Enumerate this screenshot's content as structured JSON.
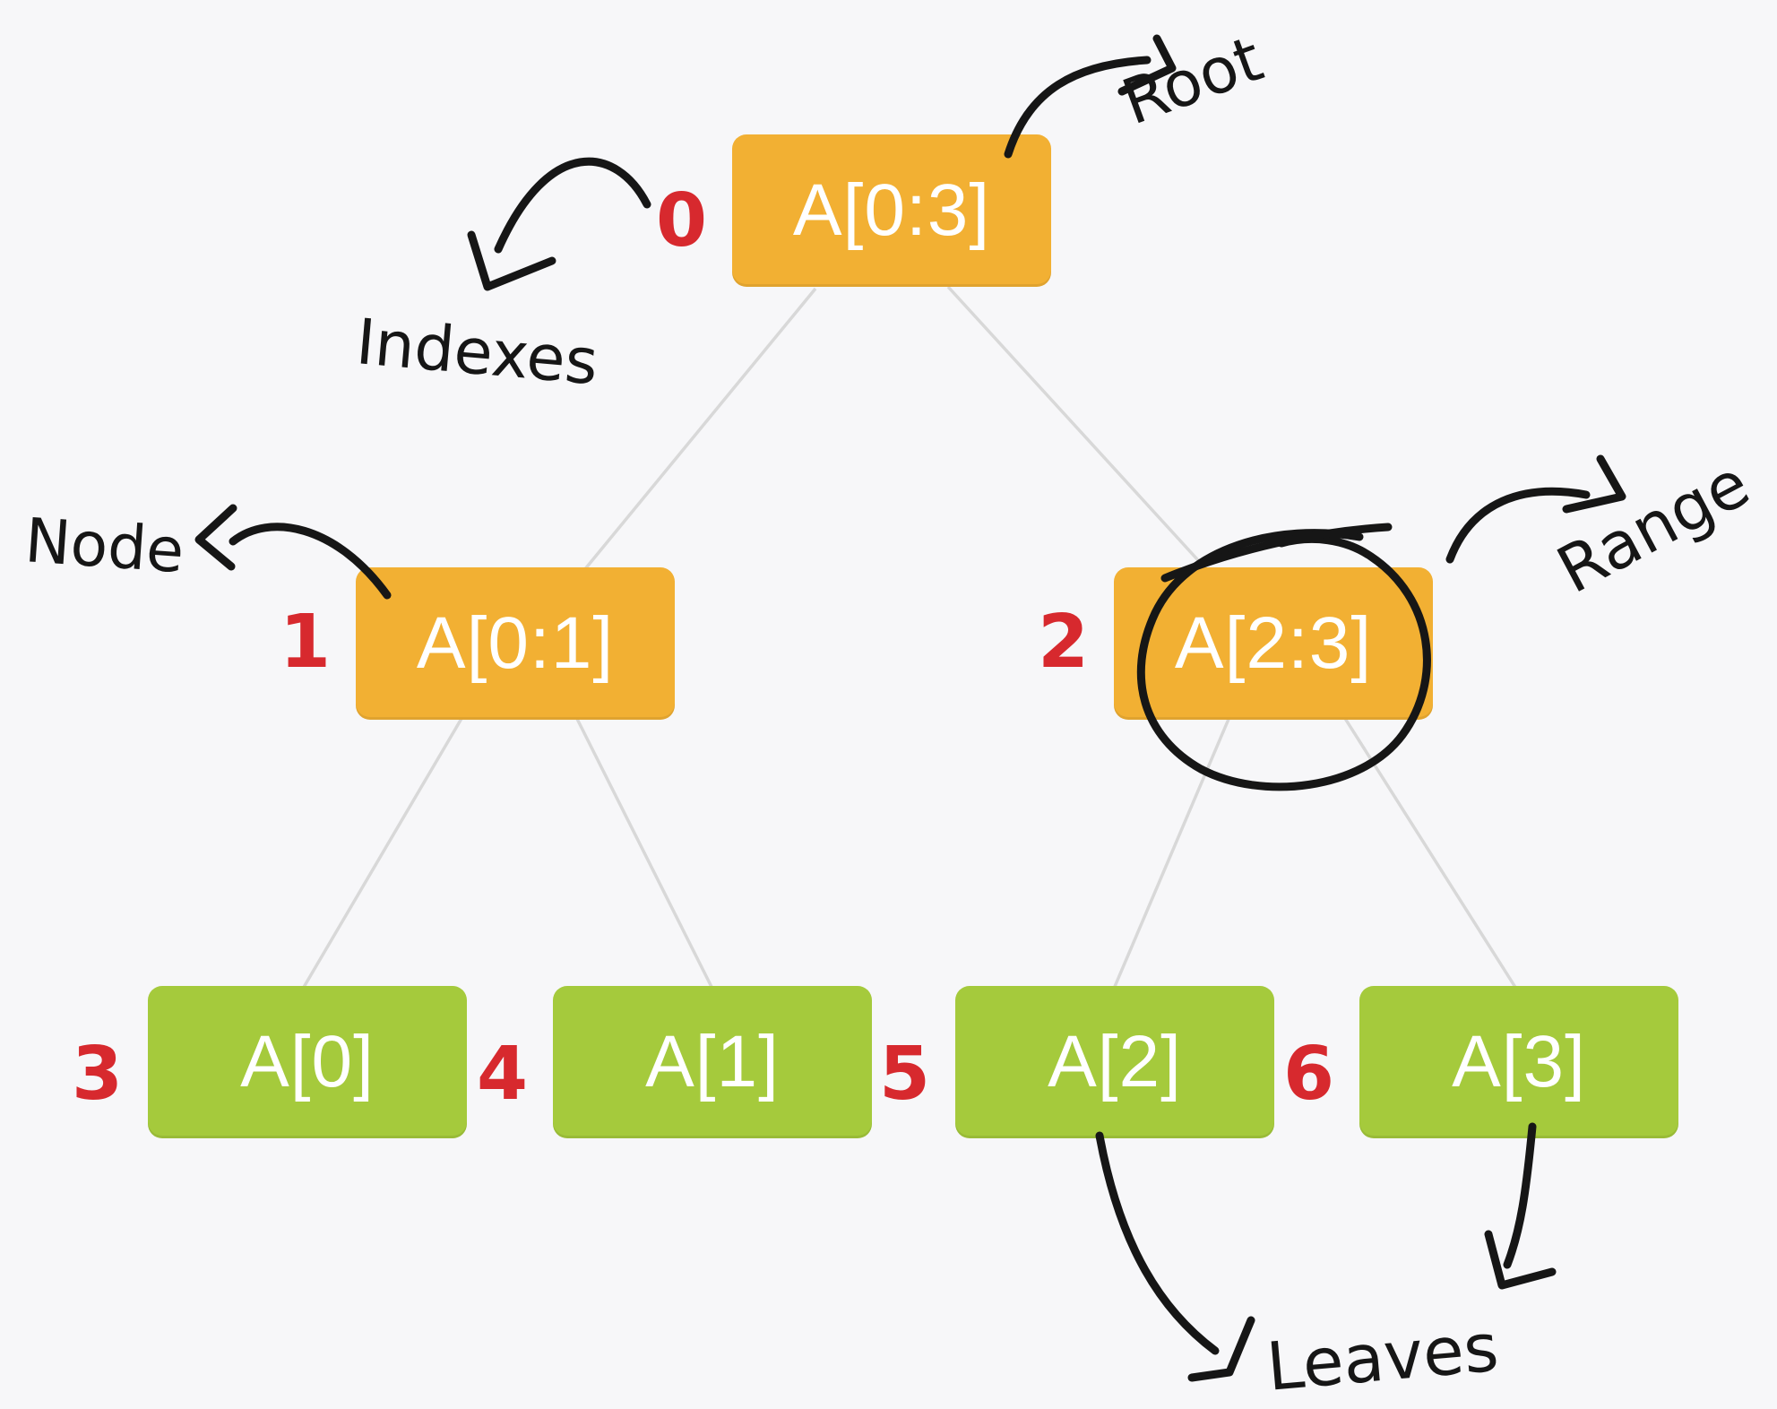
{
  "colors": {
    "background": "#F7F7F9",
    "node_internal": "#F2B033",
    "node_leaf": "#A5CA3C",
    "node_text": "#FFFFFF",
    "index_number": "#D7292E",
    "edge_line": "#D8D8D8",
    "ink": "#161616"
  },
  "tree": {
    "nodes": [
      {
        "id": "root",
        "label": "A[0:3]",
        "index": "0",
        "kind": "internal"
      },
      {
        "id": "node-1",
        "label": "A[0:1]",
        "index": "1",
        "kind": "internal"
      },
      {
        "id": "node-2",
        "label": "A[2:3]",
        "index": "2",
        "kind": "internal",
        "highlight": "hand-drawn circle"
      },
      {
        "id": "leaf-3",
        "label": "A[0]",
        "index": "3",
        "kind": "leaf"
      },
      {
        "id": "leaf-4",
        "label": "A[1]",
        "index": "4",
        "kind": "leaf"
      },
      {
        "id": "leaf-5",
        "label": "A[2]",
        "index": "5",
        "kind": "leaf"
      },
      {
        "id": "leaf-6",
        "label": "A[3]",
        "index": "6",
        "kind": "leaf"
      }
    ]
  },
  "annotations": {
    "root_label": "Root",
    "indexes_label": "Indexes",
    "node_label": "Node",
    "range_label": "Range",
    "leaves_label": "Leaves"
  }
}
